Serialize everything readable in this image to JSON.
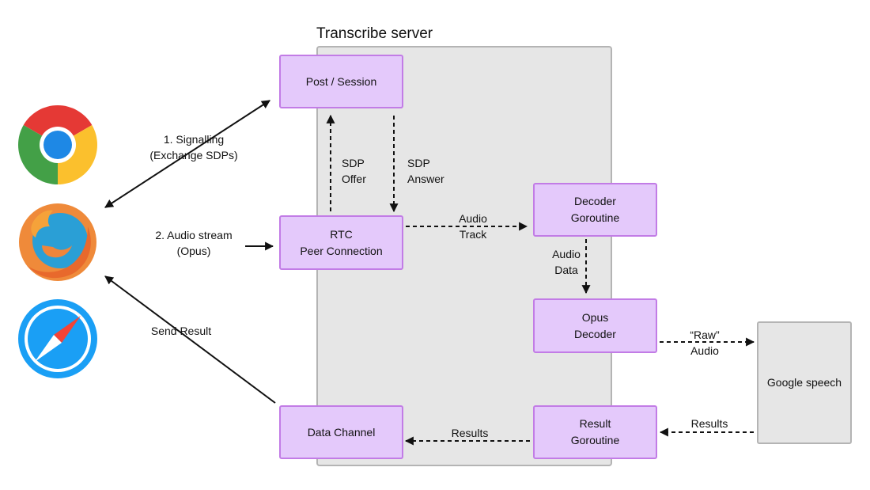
{
  "server": {
    "title": "Transcribe server"
  },
  "nodes": {
    "post_session": "Post / Session",
    "rtc": [
      "RTC",
      "Peer Connection"
    ],
    "data_channel": "Data Channel",
    "decoder_goroutine": [
      "Decoder",
      "Goroutine"
    ],
    "opus_decoder": [
      "Opus",
      "Decoder"
    ],
    "result_goroutine": [
      "Result",
      "Goroutine"
    ],
    "google_speech": "Google speech"
  },
  "edges": {
    "signalling": [
      "1. Signalling",
      "(Exchange SDPs)"
    ],
    "audio_stream": [
      "2. Audio stream",
      "(Opus)"
    ],
    "send_result": "Send Result",
    "sdp_offer": [
      "SDP",
      "Offer"
    ],
    "sdp_answer": [
      "SDP",
      "Answer"
    ],
    "audio_track": [
      "Audio",
      "Track"
    ],
    "audio_data": [
      "Audio",
      "Data"
    ],
    "raw_audio": [
      "“Raw”",
      "Audio"
    ],
    "results_from_google": "Results",
    "results_to_channel": "Results"
  },
  "browsers": [
    {
      "name": "chrome-logo-icon"
    },
    {
      "name": "firefox-logo-icon"
    },
    {
      "name": "safari-logo-icon"
    }
  ],
  "colors": {
    "node_fill": "#e4c9fb",
    "node_border": "#c27ce6",
    "server_fill": "#e6e6e6",
    "server_border": "#b4b4b4",
    "arrow": "#111111",
    "chrome_red": "#e53935",
    "chrome_green": "#43a047",
    "chrome_yellow": "#fbc02d",
    "chrome_blue": "#1e88e5",
    "firefox_orange": "#ef8a3a",
    "firefox_blue": "#2a9fd6",
    "safari_blue": "#1a9ff5",
    "safari_red": "#f44336"
  }
}
